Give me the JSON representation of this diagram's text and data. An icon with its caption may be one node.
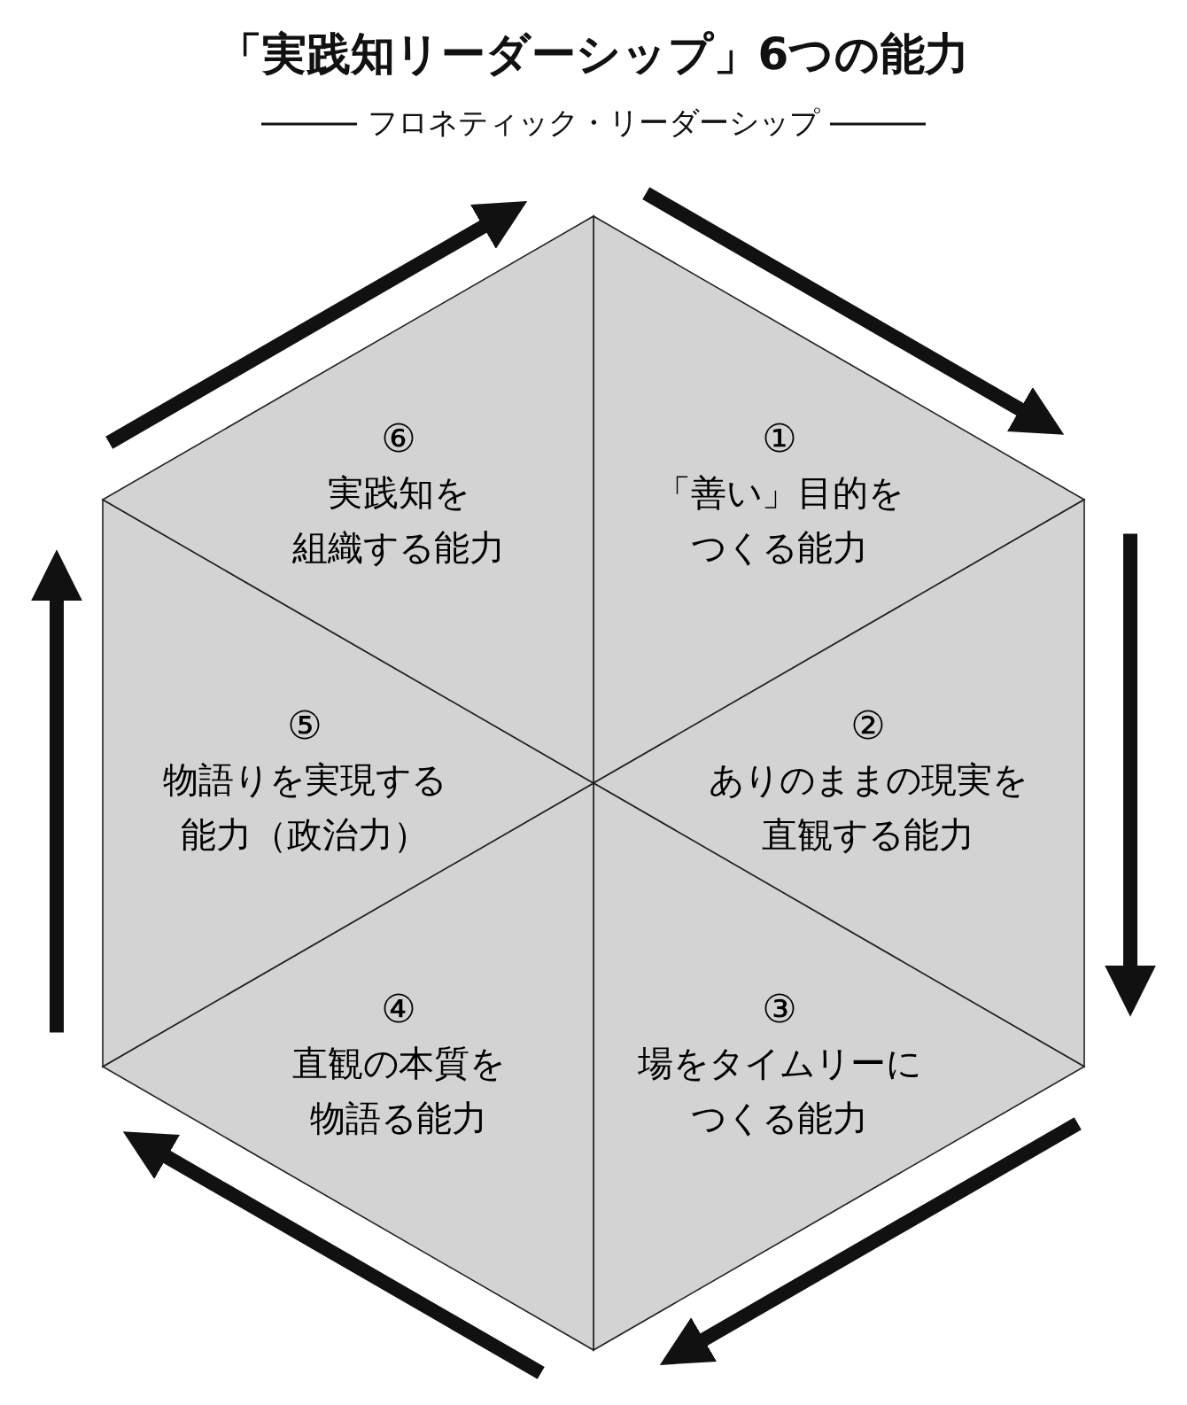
{
  "diagram": {
    "title": "「実践知リーダーシップ」6つの能力",
    "nodes": [
      {
        "text": [
          "①",
          "「善い」目的をつくる能力"
        ]
      },
      {
        "text": [
          "②",
          "ありのままの現実を直観する能力"
        ]
      },
      {
        "text": [
          "③",
          "場をタイムリーにつくる能力"
        ]
      },
      {
        "text": [
          "④",
          "直観の本質を物語る能力"
        ]
      },
      {
        "text": [
          "⑤",
          "物語りを実現する能力（政治力）"
        ]
      },
      {
        "text": [
          "⑥",
          "実践知を組織する能力"
        ]
      }
    ],
    "edges": [],
    "labels": [
      "フロネティック・リーダーシップ"
    ]
  }
}
